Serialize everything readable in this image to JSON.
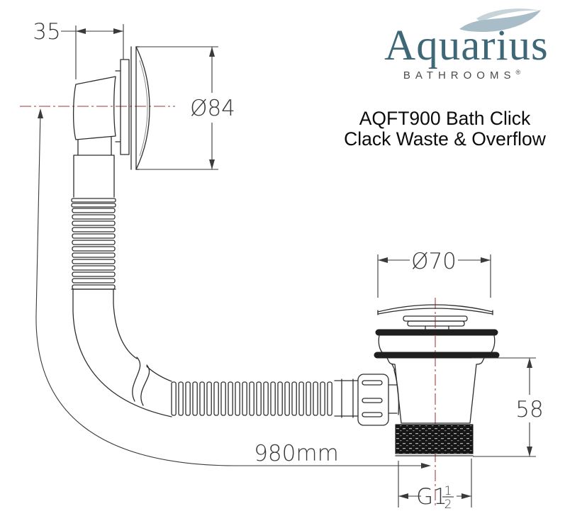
{
  "brand": {
    "name": "Aquarius",
    "tagline": "BATHROOMS",
    "registered": "®",
    "logo_color": "#3e6878",
    "wave_icon_colors": [
      "#a9bdc8",
      "#c6d4da"
    ]
  },
  "product": {
    "title_line1": "AQFT900 Bath Click",
    "title_line2": "Clack Waste & Overflow"
  },
  "drawing": {
    "line_color": "#2d2d2d",
    "centerline_color": "#b85c5c",
    "dimensions": {
      "overflow_depth": "35",
      "overflow_diameter": "Ø84",
      "waste_cap_diameter": "Ø70",
      "waste_height": "58",
      "hose_length": "980mm",
      "thread_prefix": "G1",
      "thread_fraction_numerator": "1",
      "thread_fraction_denominator": "2"
    }
  }
}
